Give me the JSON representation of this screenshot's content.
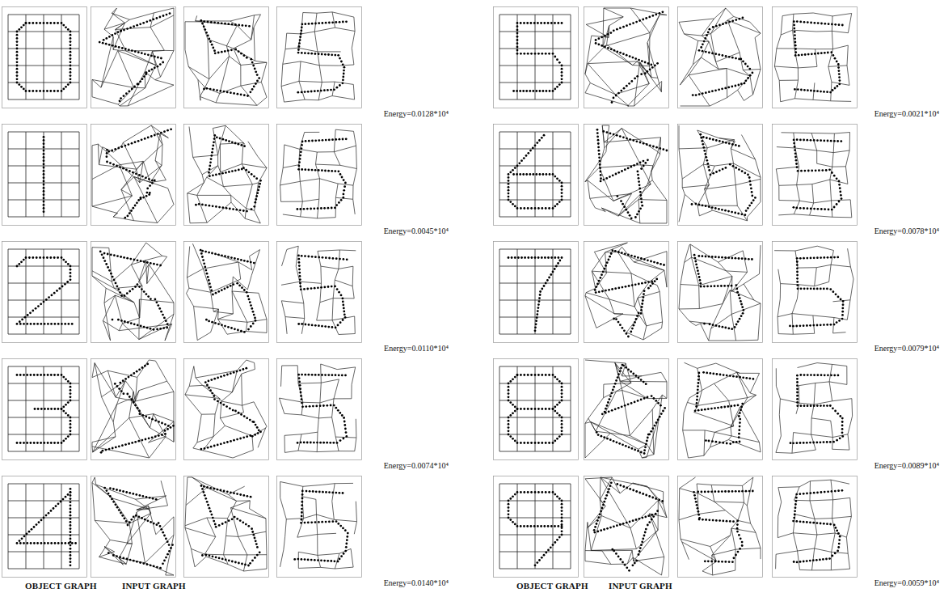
{
  "diagram": {
    "labels": [
      "Energy=0.0128*10⁴",
      "Energy=0.0021*10⁴",
      "Energy=0.0045*10⁴",
      "Energy=0.0078*10⁴",
      "Energy=0.0110*10⁴",
      "Energy=0.0079*10⁴",
      "Energy=0.0074*10⁴",
      "Energy=0.0089*10⁴",
      "Energy=0.0140*10⁴",
      "Energy=0.0059*10⁴",
      "OBJECT GRAPH",
      "INPUT GRAPH",
      "OBJECT GRAPH",
      "INPUT GRAPH"
    ]
  }
}
